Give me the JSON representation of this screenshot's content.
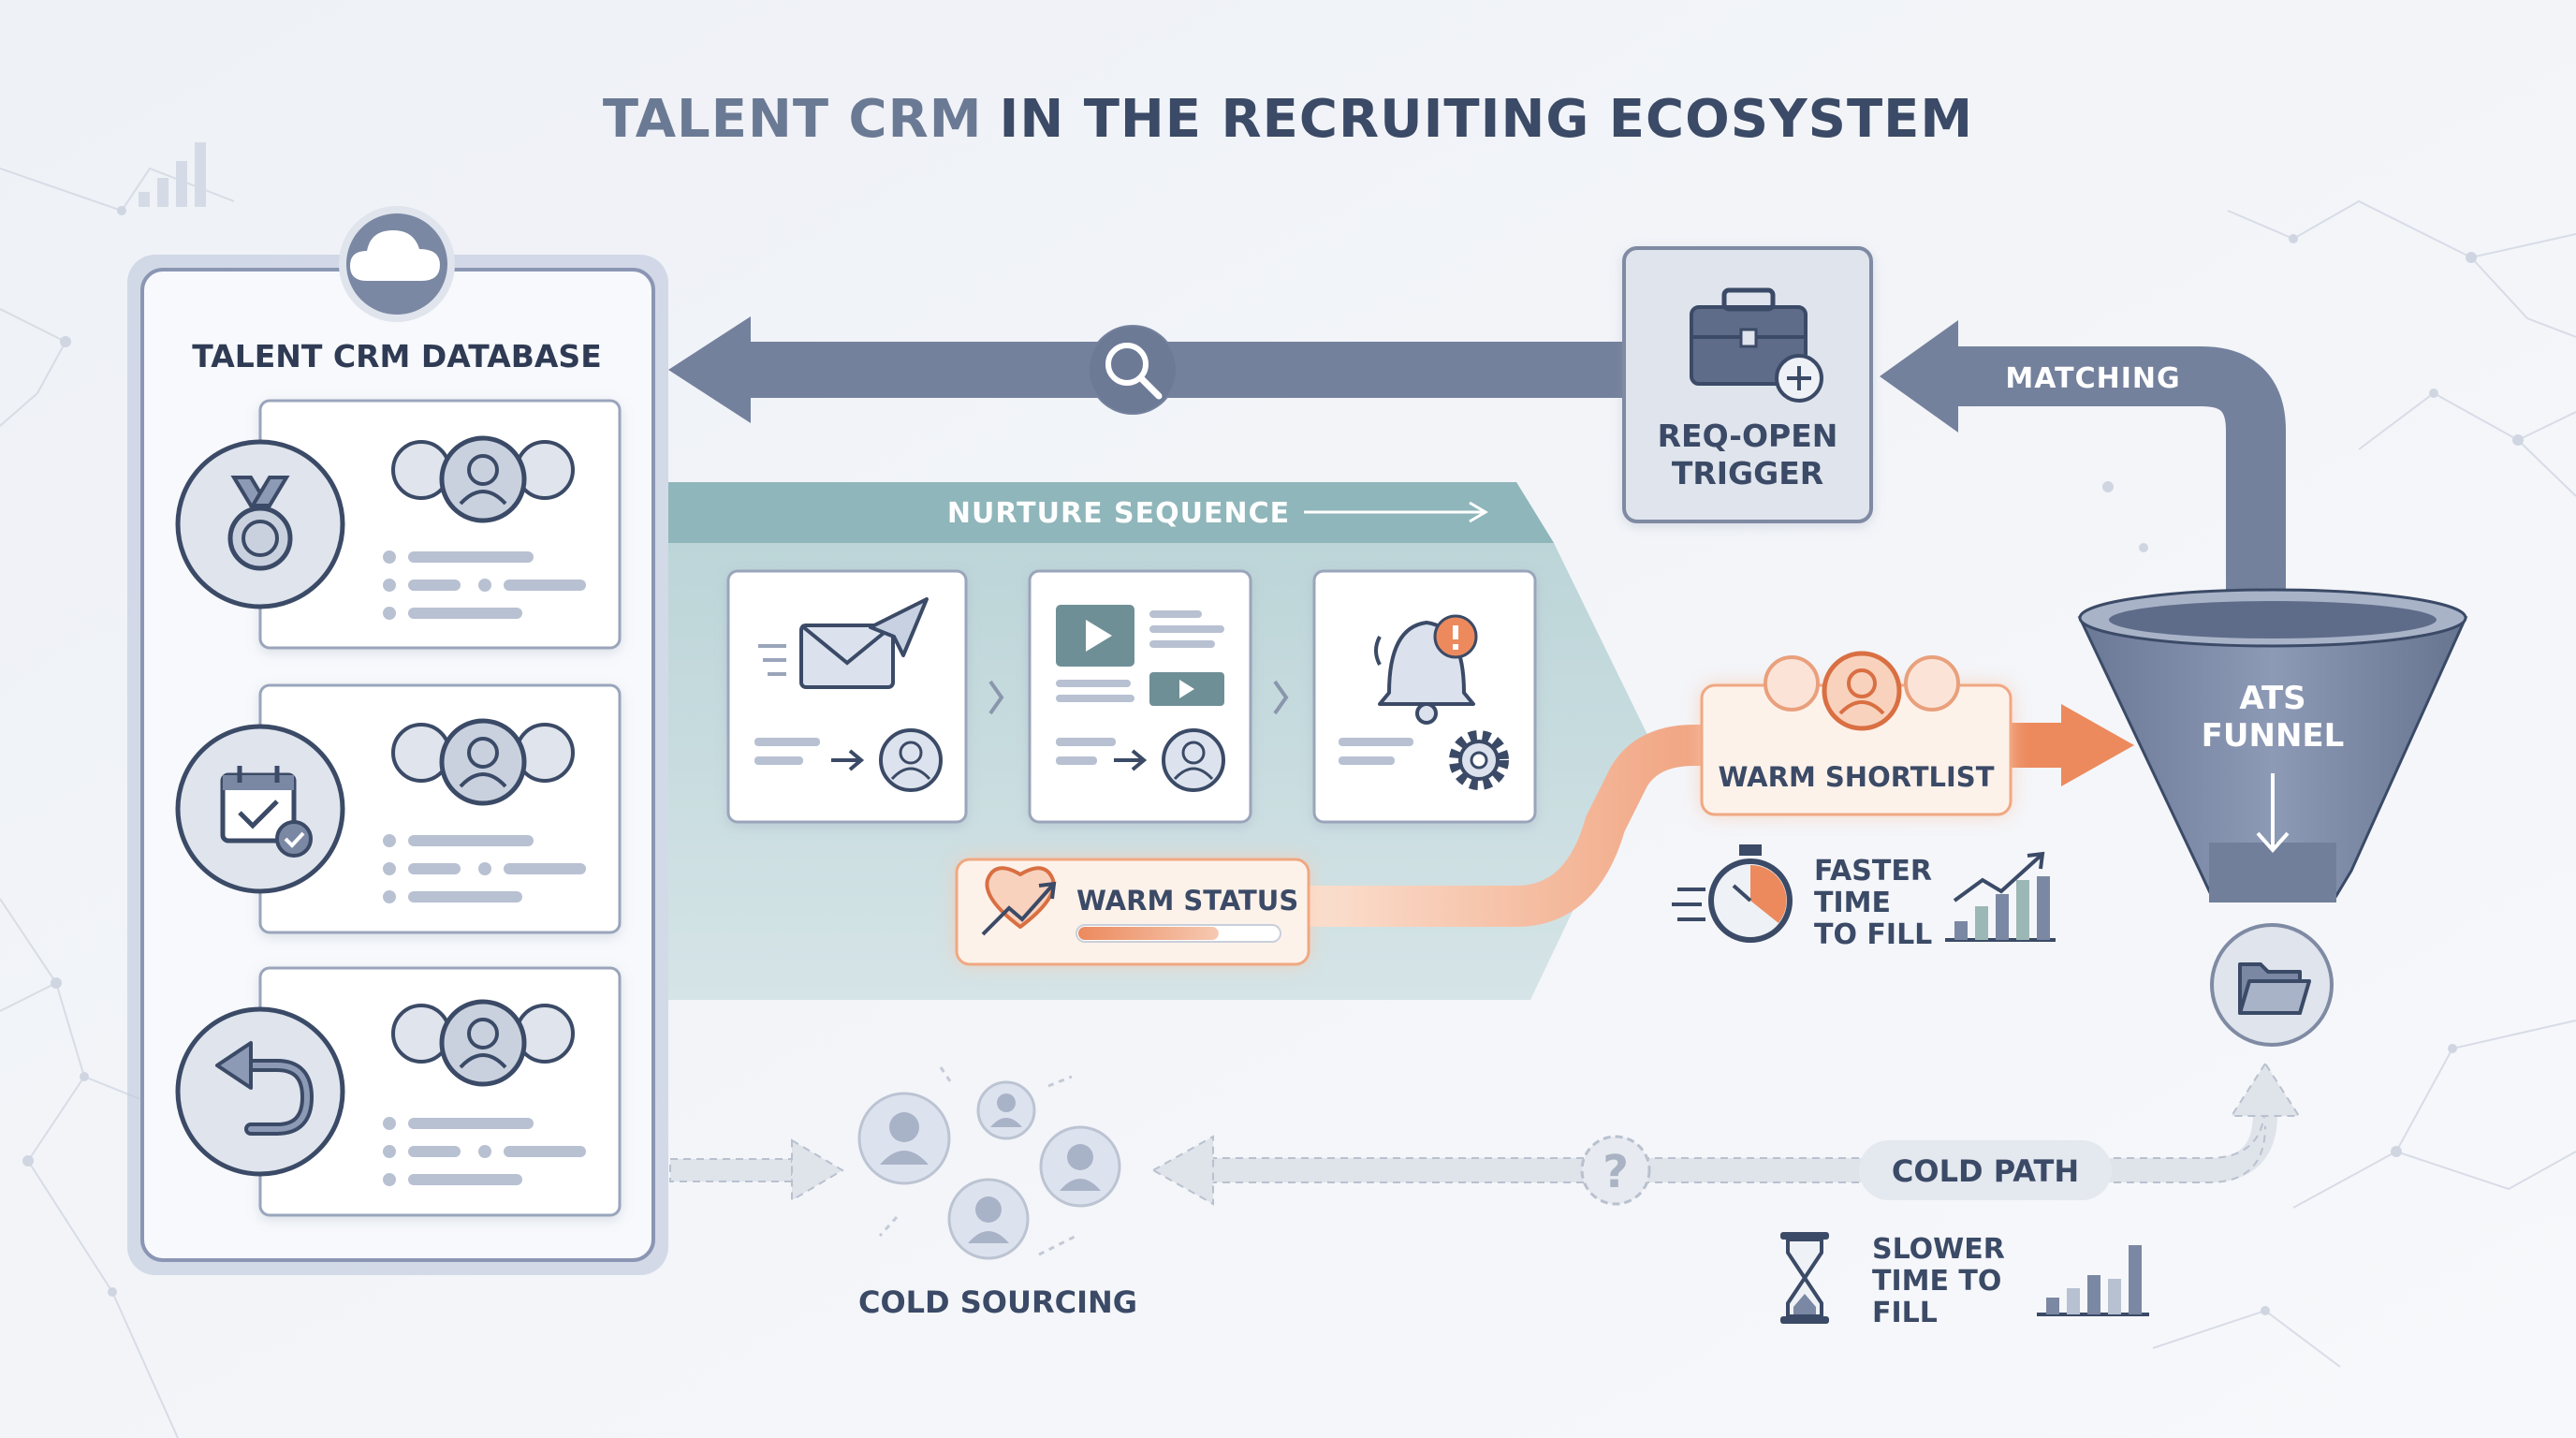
{
  "title": {
    "part1": "TALENT CRM",
    "part2": "IN THE RECRUITING ECOSYSTEM"
  },
  "database": {
    "title": "TALENT CRM DATABASE",
    "records": [
      {
        "icon": "medal-icon"
      },
      {
        "icon": "calendar-check-icon"
      },
      {
        "icon": "return-arrow-icon"
      }
    ]
  },
  "nurture": {
    "title": "NURTURE SEQUENCE",
    "steps": [
      {
        "icon": "email-send-icon"
      },
      {
        "icon": "video-content-icon"
      },
      {
        "icon": "bell-alert-icon"
      }
    ]
  },
  "warm_status": {
    "label": "WARM STATUS",
    "level": 0.7
  },
  "warm_shortlist": {
    "label": "WARM SHORTLIST"
  },
  "faster": {
    "lines": [
      "FASTER",
      "TIME",
      "TO FILL"
    ]
  },
  "req_open": {
    "lines": [
      "REQ-OPEN",
      "TRIGGER"
    ]
  },
  "matching": {
    "label": "MATCHING"
  },
  "ats": {
    "lines": [
      "ATS",
      "FUNNEL"
    ]
  },
  "cold_sourcing": {
    "label": "COLD SOURCING"
  },
  "cold_path": {
    "label": "COLD PATH"
  },
  "slower": {
    "lines": [
      "SLOWER",
      "TIME TO",
      "FILL"
    ]
  },
  "colors": {
    "navy": "#3b4a66",
    "slate": "#7b88a3",
    "teal": "#9cc3c6",
    "orange": "#ec8a5e",
    "panel": "#f7f9fc"
  }
}
